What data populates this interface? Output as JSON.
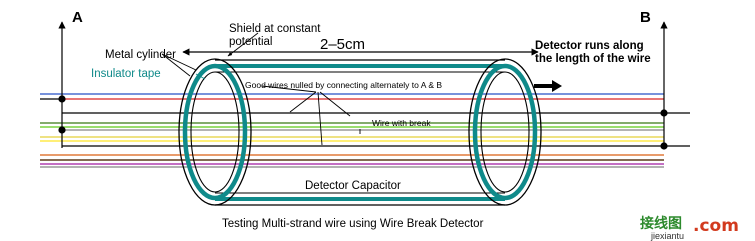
{
  "labels": {
    "terminal_a": "A",
    "terminal_b": "B",
    "shield": [
      "Shield at constant",
      "potential"
    ],
    "metal_cylinder": "Metal cylinder",
    "insulator_tape": "Insulator tape",
    "dimension": "2–5cm",
    "detector_runs": [
      "Detector runs along",
      "the length of the wire"
    ],
    "good_wires": "Good wires nulled by  connecting alternately to A & B",
    "wire_break": "Wire with break",
    "detector_capacitor": "Detector Capacitor",
    "caption": "Testing Multi-strand wire using Wire Break Detector"
  },
  "wires": [
    {
      "color": "#4a6fd0"
    },
    {
      "color": "#e04848"
    },
    {
      "color": "#000000"
    },
    {
      "color": "#000000"
    },
    {
      "color": "#5a8f3c"
    },
    {
      "color": "#7ad43f"
    },
    {
      "color": "#9a9a9a"
    },
    {
      "color": "#e8d85a"
    },
    {
      "color": "#ffea4a"
    },
    {
      "color": "#e07a3a"
    },
    {
      "color": "#5a3a1a"
    },
    {
      "color": "#b040b0"
    },
    {
      "color": "#9a9a9a"
    },
    {
      "color": "#000000"
    }
  ],
  "colors": {
    "insulator": "#0f8a8a",
    "outline": "#000000"
  },
  "watermark": {
    "chinese": "接线图",
    "dotcom": ".com",
    "site": "jiexiantu"
  }
}
